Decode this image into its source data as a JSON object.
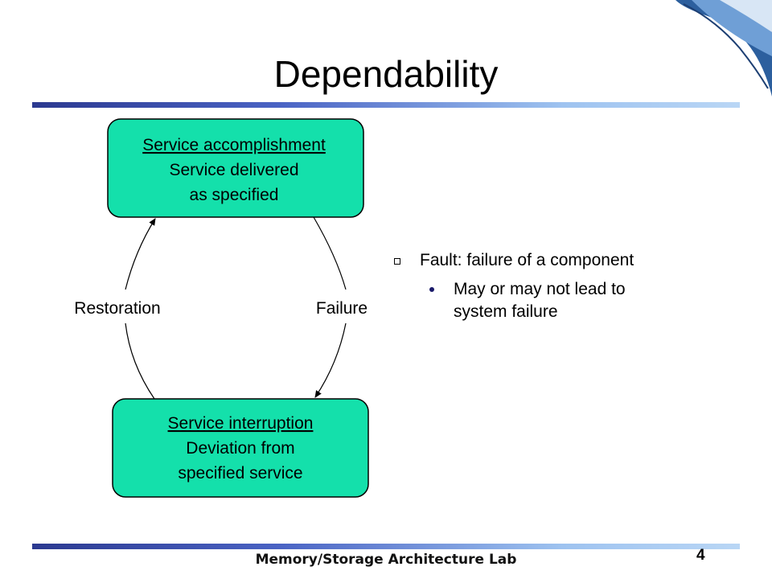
{
  "slide": {
    "title": "Dependability"
  },
  "diagram": {
    "top_node": {
      "title": "Service accomplishment",
      "lines": [
        "Service delivered",
        "as specified"
      ]
    },
    "bottom_node": {
      "title": "Service interruption",
      "lines": [
        "Deviation from",
        "specified service"
      ]
    },
    "edges": {
      "left": "Restoration",
      "right": "Failure"
    },
    "node_fill": "#14e0ab"
  },
  "bullets": {
    "main": "Fault: failure of a component",
    "sub": [
      "May or may not lead to",
      "system failure"
    ]
  },
  "footer": {
    "lab": "Memory/Storage Architecture Lab",
    "page": "4"
  }
}
